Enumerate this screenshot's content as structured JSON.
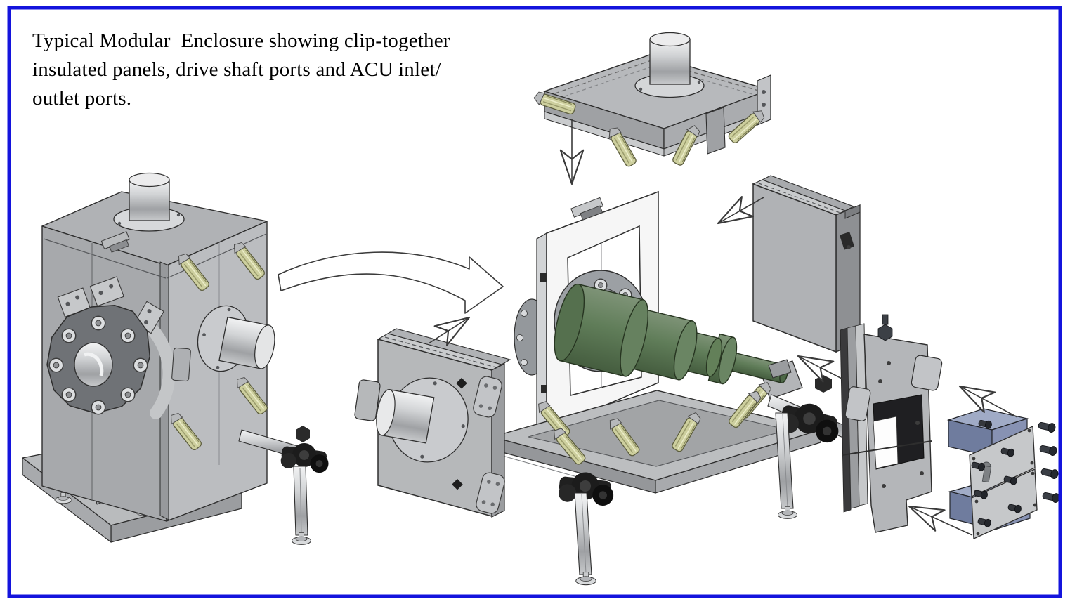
{
  "caption": {
    "lines": [
      "Typical Modular  Enclosure showing clip-together",
      "insulated panels, drive shaft ports and ACU inlet/",
      "outlet ports."
    ]
  },
  "style": {
    "border_color": "#1414dd",
    "background": "#ffffff",
    "panel_gray": "#b4b6b9",
    "panel_dark_gray": "#8e9093",
    "panel_light_edge": "#c9cbcd",
    "frame_white": "#f6f6f6",
    "shaft_green": "#66815f",
    "clip_khaki": "#cdcf9e",
    "block_blue": "#7f8cab",
    "silver": "#d2d4d6",
    "clamp_black": "#1c1c1c",
    "outline": "#2e2e2e"
  },
  "diagram": {
    "type": "exploded-isometric-assembly",
    "parts": [
      {
        "id": "assembled-enclosure",
        "desc": "assembled modular enclosure with top ACU port, bolted drive-shaft flange and side ACU outlet"
      },
      {
        "id": "enclosure-base",
        "desc": "enclosure base plate with levelling feet"
      },
      {
        "id": "lid-panel",
        "desc": "top insulated panel with ACU port and clip-together fasteners"
      },
      {
        "id": "acu-panel",
        "desc": "insulated side panel with ACU inlet/outlet cylinder port"
      },
      {
        "id": "frame-panel",
        "desc": "white frame panel with rectangular opening"
      },
      {
        "id": "drive-shaft",
        "desc": "green stepped drive shaft through bolted port flange"
      },
      {
        "id": "base-platform",
        "desc": "base platform with clip fasteners, corner clamps and legs"
      },
      {
        "id": "rear-panel",
        "desc": "rear insulated panel"
      },
      {
        "id": "shaft-port-panel",
        "desc": "side panel with square drive-shaft port opening"
      },
      {
        "id": "shaft-port-blocks",
        "desc": "split blue shaft-port blocks with cover plates and screws"
      },
      {
        "id": "clips",
        "desc": "khaki clip-together panel fasteners"
      },
      {
        "id": "clamps",
        "desc": "black adjustable clamp knobs"
      }
    ],
    "arrows": [
      {
        "id": "assembly-arrow-curved",
        "style": "curved-band",
        "direction": "right"
      },
      {
        "id": "arrow-acu-panel",
        "direction": "up-right"
      },
      {
        "id": "arrow-down-lid",
        "direction": "down"
      },
      {
        "id": "arrow-rear-panel",
        "direction": "down-left"
      },
      {
        "id": "arrow-shaft-port-panel",
        "direction": "up-left"
      },
      {
        "id": "arrow-blocks-upper",
        "direction": "up-left"
      },
      {
        "id": "arrow-blocks-lower",
        "direction": "up-left"
      }
    ]
  }
}
